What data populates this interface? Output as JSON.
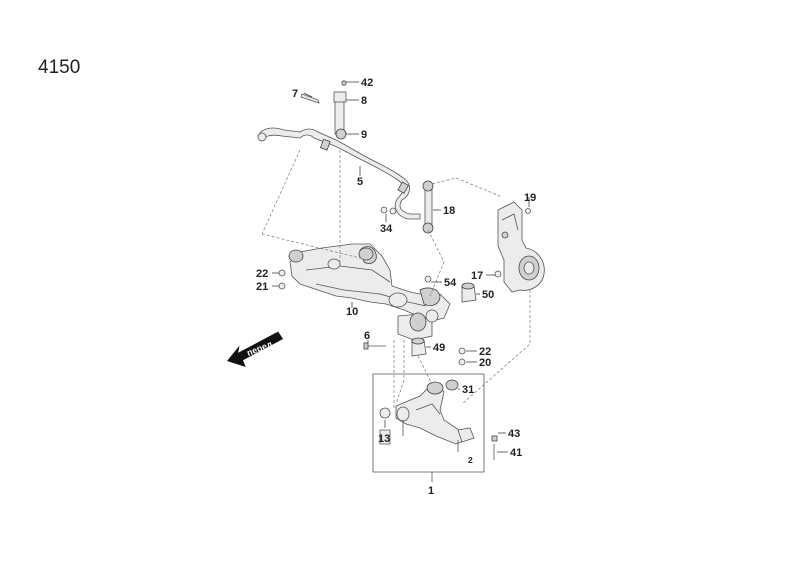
{
  "diagram_code": "4150",
  "direction_label": "перед",
  "callouts": {
    "c42": "42",
    "c7": "7",
    "c8": "8",
    "c9": "9",
    "c5": "5",
    "c19": "19",
    "c18": "18",
    "c34": "34",
    "c22a": "22",
    "c17": "17",
    "c54": "54",
    "c21": "21",
    "c50": "50",
    "c10": "10",
    "c6": "6",
    "c49": "49",
    "c22b": "22",
    "c20": "20",
    "c31": "31",
    "c13": "13",
    "c43": "43",
    "c41": "41",
    "c2": "2",
    "c1": "1"
  }
}
